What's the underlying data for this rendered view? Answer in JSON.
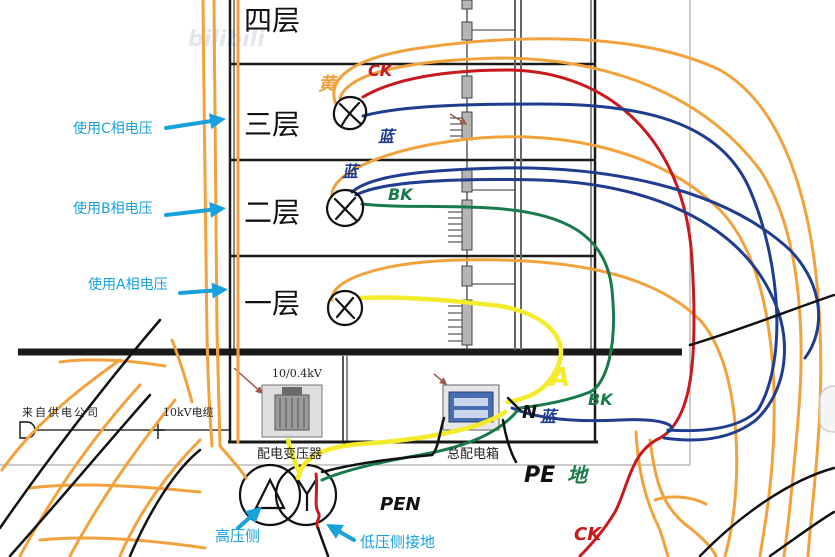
{
  "watermark": "bilibili",
  "floors": {
    "floor_4": "四层",
    "floor_3": "三层",
    "floor_2": "二层",
    "floor_1": "一层"
  },
  "phase_notes": {
    "floor_3": "使用C相电压",
    "floor_2": "使用B相电压",
    "floor_1": "使用A相电压"
  },
  "supply": {
    "source": "来自供电公司",
    "cable": "10kV电缆"
  },
  "transformer": {
    "rating": "10/0.4kV",
    "name": "配电变压器",
    "hv_side": "高压侧",
    "lv_ground": "低压侧接地"
  },
  "distribution_box": {
    "name": "总配电箱"
  },
  "wire_marks": {
    "floor_3_orange": "黄",
    "floor_3_red": "CK",
    "floor_3_blue": "蓝",
    "floor_2_blue": "蓝",
    "floor_2_green": "BK",
    "box_yellow": "A",
    "box_neutral": "N",
    "box_neutral_color": "蓝",
    "box_green": "BK",
    "pen": "PEN",
    "pe": "PE",
    "earth": "地",
    "bottom_red": "CK"
  },
  "colors": {
    "orange": "#f2a23c",
    "red": "#c8191c",
    "blue": "#1f3d8f",
    "green": "#1b7a4c",
    "yellow": "#f4ec2b",
    "annotation_blue": "#19a1dc",
    "brown": "#9a5a4a"
  }
}
